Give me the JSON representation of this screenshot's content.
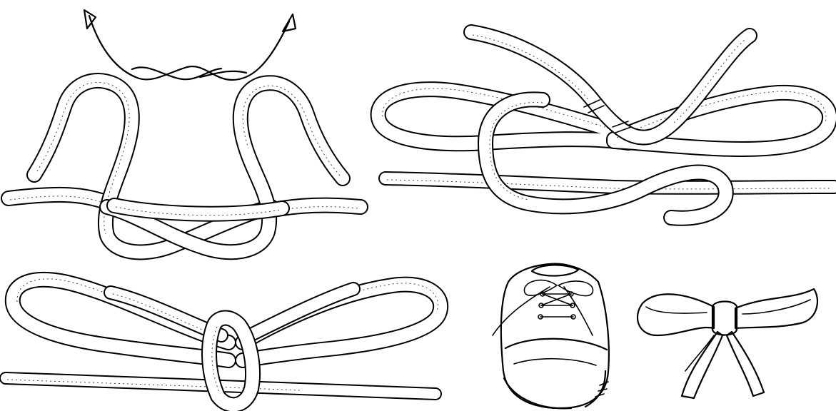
{
  "figure": {
    "panels": [
      {
        "id": "step-1",
        "description_icon": "cross-loops-icon"
      },
      {
        "id": "step-2",
        "description_icon": "figure-eight-knot-icon"
      },
      {
        "id": "step-3",
        "description_icon": "bow-knot-icon"
      },
      {
        "id": "step-4-shoe",
        "description_icon": "shoe-icon"
      },
      {
        "id": "step-4-ribbon",
        "description_icon": "ribbon-bow-icon"
      }
    ],
    "colors": {
      "ink": "#000000",
      "paper": "#ffffff"
    }
  }
}
